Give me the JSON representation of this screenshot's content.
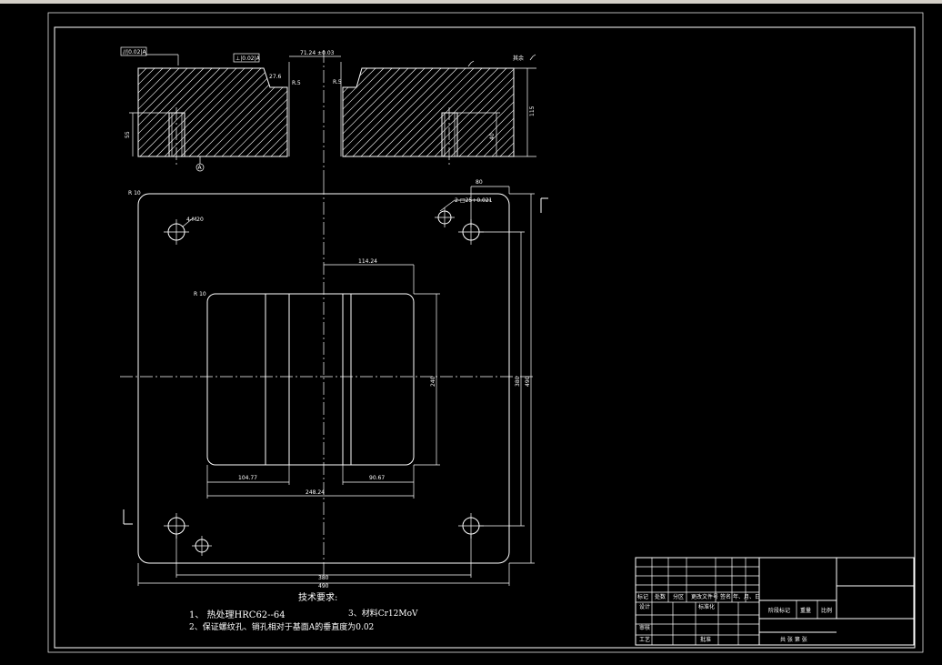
{
  "colors": {
    "background": "#000000",
    "lines": "#ffffff",
    "toolbar": "#d4d0c8"
  },
  "section_view": {
    "flatness_frame": "//|0.02|A",
    "perp_frame": "⊥|0.02|A",
    "dim_top_slot": "71.24 ±0.03",
    "dim_depth_left": "27.6",
    "radius_left": "R.5",
    "radius_right": "R.5",
    "dim_height": "115",
    "dim_hole_left": "55",
    "dim_hole_right": "40",
    "datum_label": "A",
    "roughness_other": "其余"
  },
  "plan_view": {
    "corner_radius": "R 10",
    "hole_callout": "4-M20",
    "pin_callout": "2-□25+0.021",
    "dim_80": "80",
    "dim_114": "114.24",
    "inner_radius": "R 10",
    "dim_104": "104.77",
    "dim_90": "90.67",
    "dim_248": "248.24",
    "dim_380": "380",
    "dim_490": "490",
    "dim_v1": "240",
    "dim_v2": "380",
    "dim_v3": "490"
  },
  "notes": {
    "heading": "技术要求:",
    "line1": "1、 热处理HRC62--64",
    "line2": "3、材料Cr12MoV",
    "line3": "2、保证螺纹孔、销孔相对于基面A的垂直度为0.02"
  },
  "title_block": {
    "c1": "标记",
    "c2": "处数",
    "c3": "分区",
    "c4": "更改文件号",
    "c5": "签名",
    "c6": "年、月、日",
    "design": "设计",
    "standard": "标准化",
    "stage": "阶段标记",
    "weight": "重量",
    "scale": "比例",
    "review": "审核",
    "process": "工艺",
    "approve": "批准",
    "sheets": "共 张 第 张"
  }
}
